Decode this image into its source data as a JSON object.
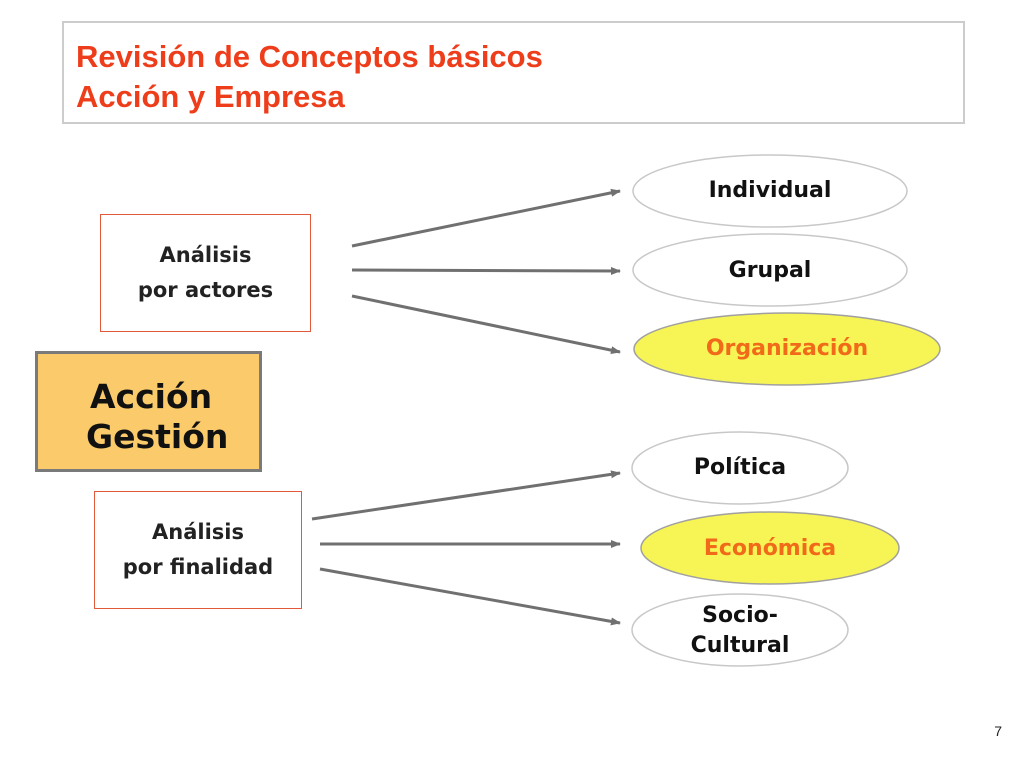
{
  "title": {
    "line1": "Revisión de Conceptos básicos",
    "line2": "Acción y Empresa"
  },
  "center": {
    "line1": "Acción",
    "line2": "Gestión",
    "fill_color": "#fbcb6b"
  },
  "groups": {
    "actors": {
      "line1": "Análisis",
      "line2": "por actores"
    },
    "purpose": {
      "line1": "Análisis",
      "line2": "por finalidad"
    }
  },
  "targets": {
    "individual": {
      "label": "Individual",
      "highlighted": false
    },
    "grupal": {
      "label": "Grupal",
      "highlighted": false
    },
    "organizacion": {
      "label": "Organización",
      "highlighted": true
    },
    "politica": {
      "label": "Política",
      "highlighted": false
    },
    "economica": {
      "label": "Económica",
      "highlighted": true
    },
    "socio_cultural": {
      "line1": "Socio-",
      "line2": "Cultural",
      "highlighted": false
    }
  },
  "colors": {
    "title_red": "#ee3d1a",
    "highlight_fill": "#f7f455",
    "highlight_text": "#f06a1a",
    "arrow_gray": "#707070"
  },
  "page_number": "7"
}
